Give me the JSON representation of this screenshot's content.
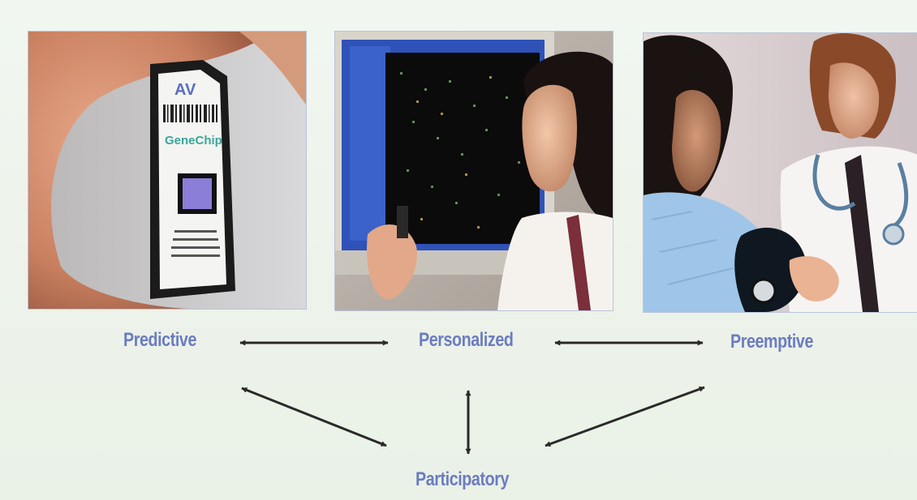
{
  "labels": {
    "predictive": "Predictive",
    "personalized": "Personalized",
    "preemptive": "Preemptive",
    "participatory": "Participatory"
  },
  "chip": {
    "brand": "GeneChip",
    "mark": "AV"
  },
  "colors": {
    "label": "#6b7cc0",
    "arrow": "#2a2a2a",
    "background": "#eef3ec"
  }
}
